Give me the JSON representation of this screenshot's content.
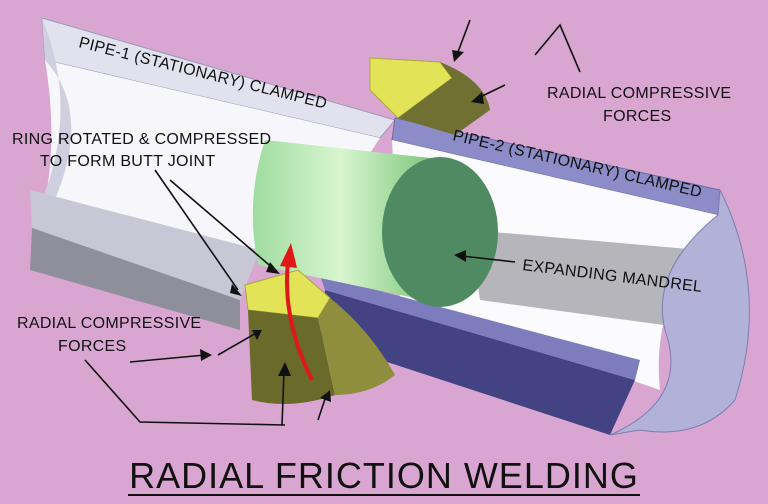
{
  "diagram": {
    "title": "RADIAL FRICTION WELDING",
    "labels": {
      "pipe1": "PIPE-1 (STATIONARY) CLAMPED",
      "pipe2": "PIPE-2 (STATIONARY) CLAMPED",
      "radial_top_line1": "RADIAL COMPRESSIVE",
      "radial_top_line2": "FORCES",
      "ring_line1": "RING ROTATED & COMPRESSED",
      "ring_line2": "TO FORM BUTT JOINT",
      "mandrel": "EXPANDING MANDREL",
      "radial_bottom_line1": "RADIAL COMPRESSIVE",
      "radial_bottom_line2": "FORCES"
    },
    "colors": {
      "background": "#d9a6d2",
      "pipe1_face": "#f0f0f8",
      "pipe2_face": "#8c8cc8",
      "mandrel": "#7fcf7f",
      "ring": "#e6e65a",
      "rotation_arrow": "#e01818"
    }
  }
}
